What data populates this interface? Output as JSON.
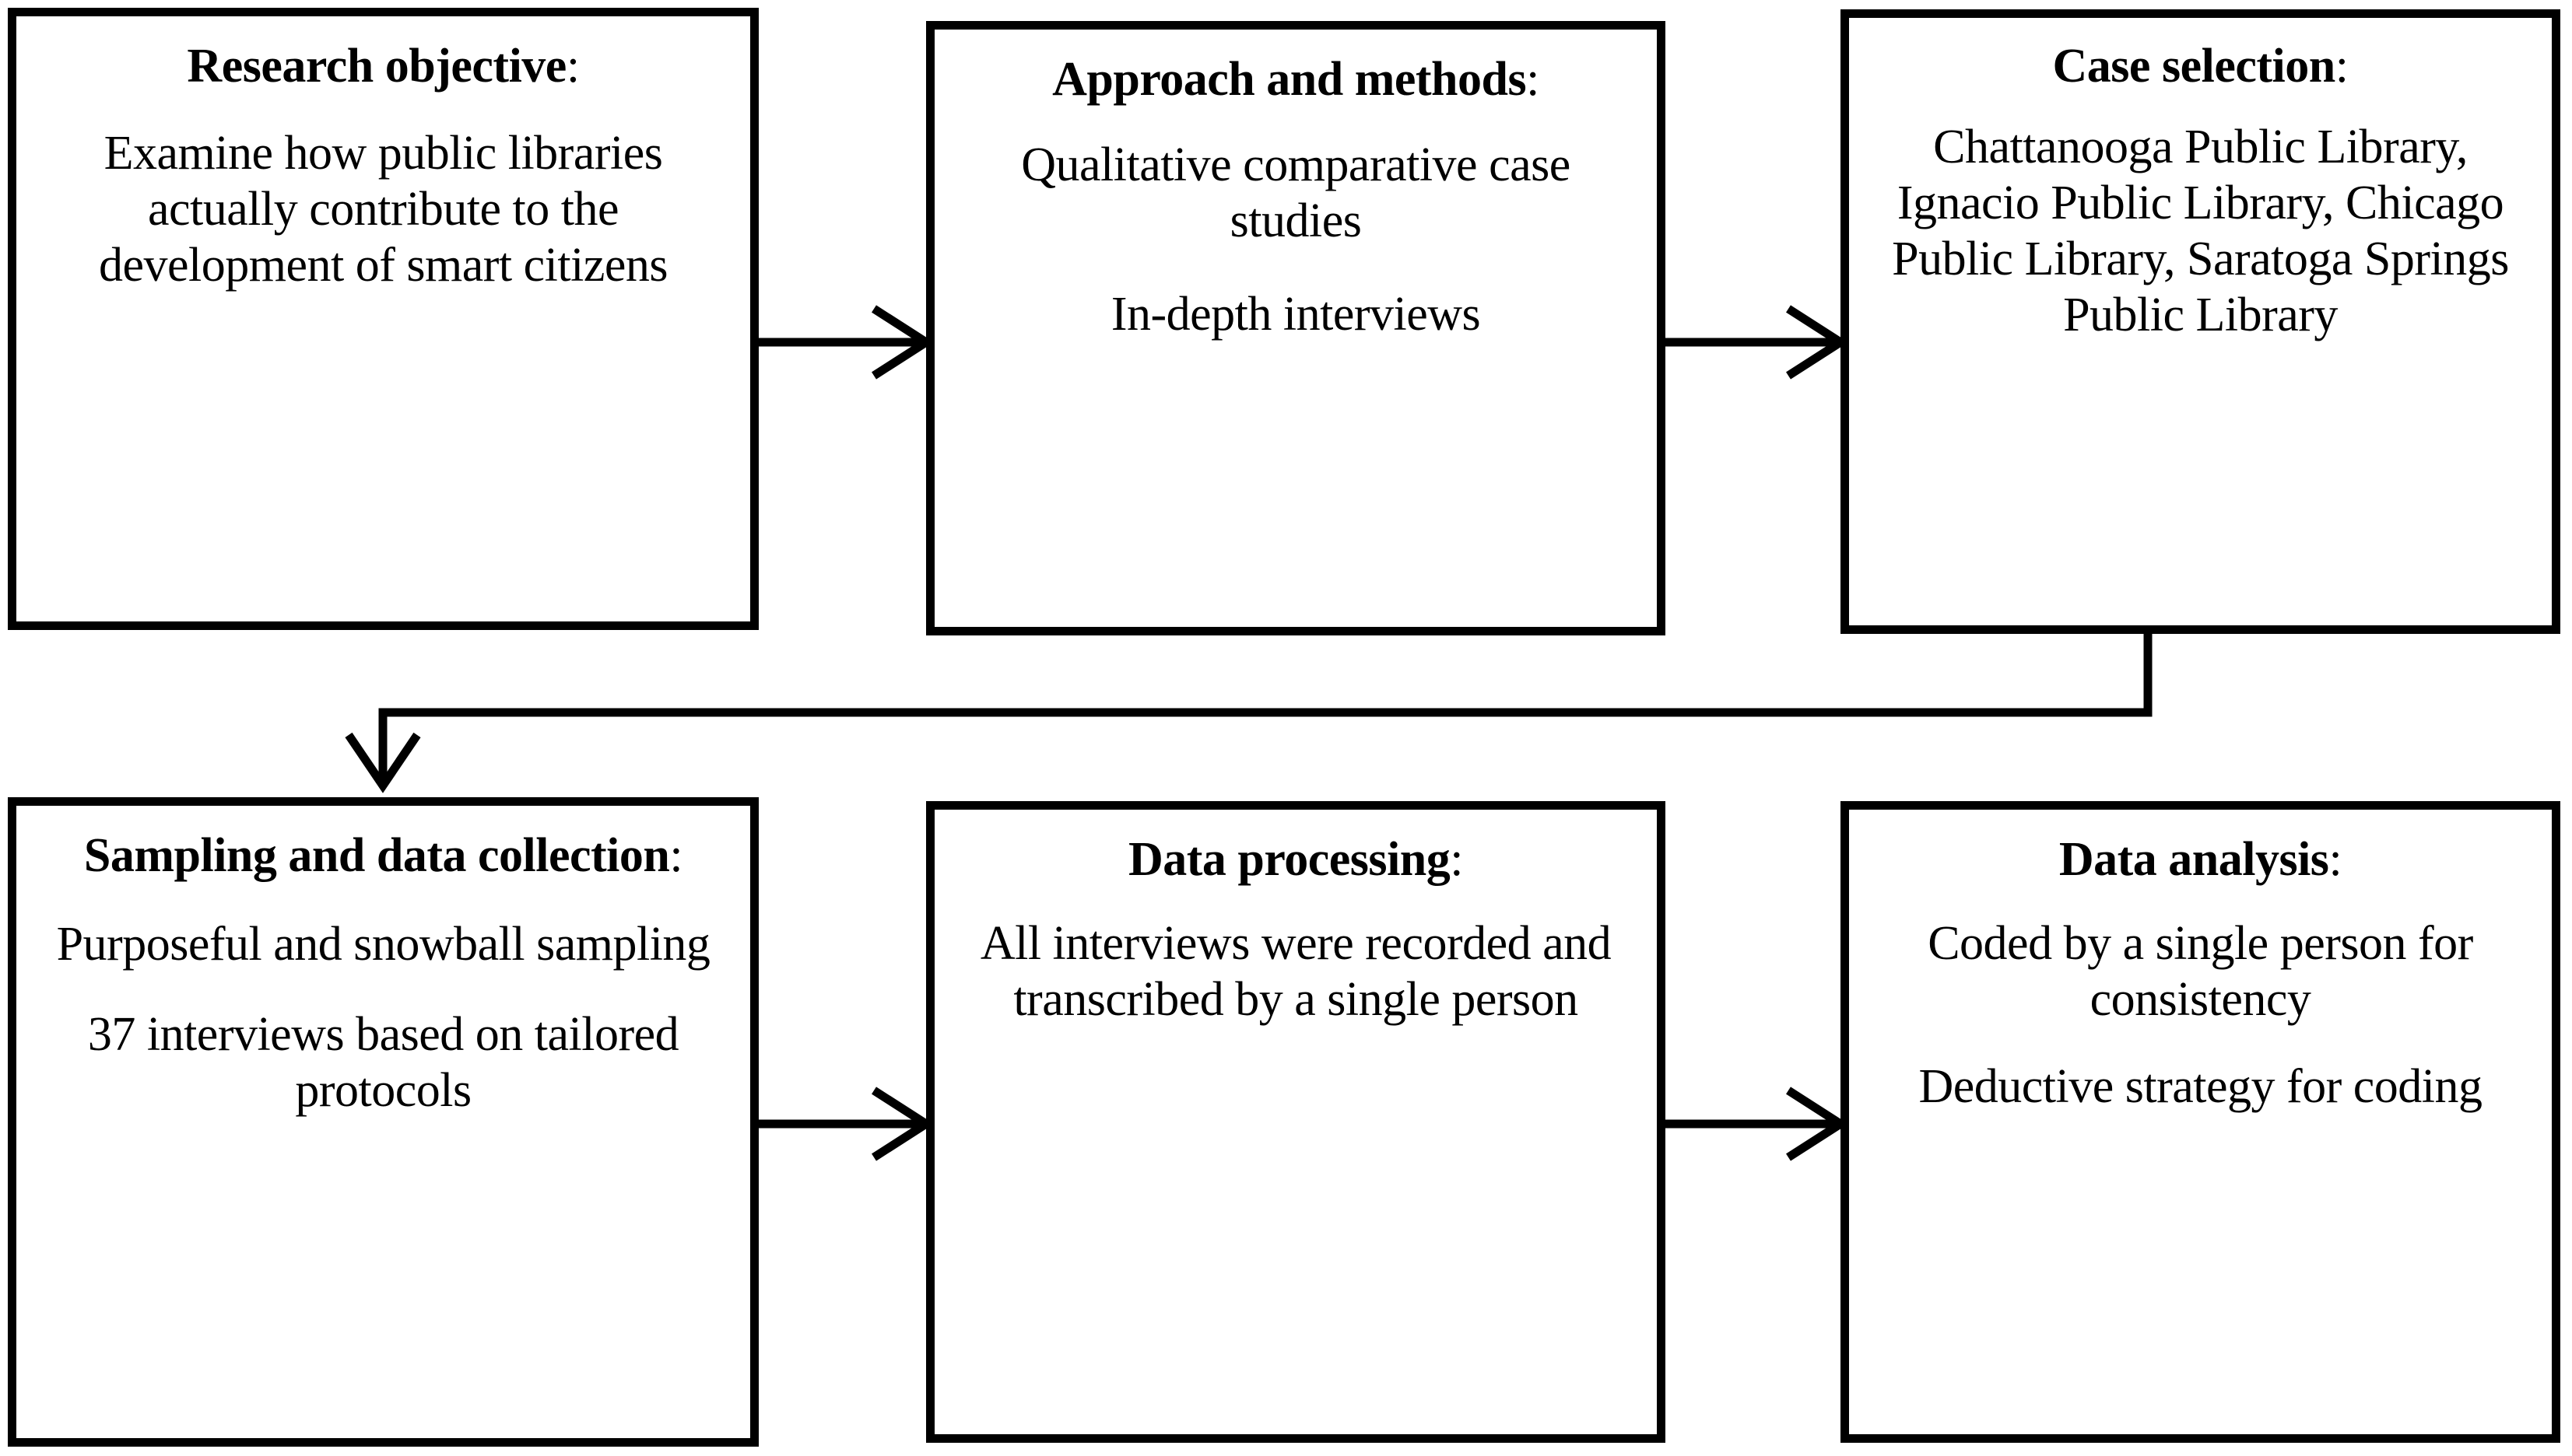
{
  "diagram": {
    "title": "Research process flowchart",
    "type": "flowchart",
    "direction": "left-to-right, wrapping to second row",
    "accent_color": "#000000",
    "background_color": "#ffffff"
  },
  "boxes": [
    {
      "id": "research-objective",
      "heading": "Research objective:",
      "heading_bold_part": "Research objective",
      "heading_colon": ":",
      "paragraphs": [
        "Examine how public libraries actually contribute to the development of smart citizens"
      ]
    },
    {
      "id": "approach-methods",
      "heading": "Approach and methods:",
      "heading_bold_part": "Approach and methods",
      "heading_colon": ":",
      "paragraphs": [
        "Qualitative comparative case studies",
        "In-depth interviews"
      ]
    },
    {
      "id": "case-selection",
      "heading": "Case selection:",
      "heading_bold_part": "Case selection",
      "heading_colon": ":",
      "paragraphs": [
        "Chattanooga Public Library, Ignacio Public Library, Chicago Public Library, Saratoga Springs Public Library"
      ]
    },
    {
      "id": "sampling-collection",
      "heading": "Sampling and data collection:",
      "heading_bold_part": "Sampling and data collection",
      "heading_colon": ":",
      "paragraphs": [
        "Purposeful and snowball sampling",
        "37 interviews based on tailored protocols"
      ]
    },
    {
      "id": "data-processing",
      "heading": "Data processing:",
      "heading_bold_part": "Data processing",
      "heading_colon": ":",
      "paragraphs": [
        "All interviews were recorded and transcribed by a single person"
      ]
    },
    {
      "id": "data-analysis",
      "heading": "Data analysis:",
      "heading_bold_part": "Data analysis",
      "heading_colon": ":",
      "paragraphs": [
        "Coded by a single person for consistency",
        "Deductive strategy for coding"
      ]
    }
  ],
  "connectors": [
    {
      "id": "research-objective-to-approach-methods",
      "from": "research-objective",
      "to": "approach-methods",
      "style": "straight-arrow-right"
    },
    {
      "id": "approach-methods-to-case-selection",
      "from": "approach-methods",
      "to": "case-selection",
      "style": "straight-arrow-right"
    },
    {
      "id": "case-selection-to-sampling-collection",
      "from": "case-selection",
      "to": "sampling-collection",
      "style": "elbow-arrow-down"
    },
    {
      "id": "sampling-collection-to-data-processing",
      "from": "sampling-collection",
      "to": "data-processing",
      "style": "straight-arrow-right"
    },
    {
      "id": "data-processing-to-data-analysis",
      "from": "data-processing",
      "to": "data-analysis",
      "style": "straight-arrow-right"
    }
  ]
}
